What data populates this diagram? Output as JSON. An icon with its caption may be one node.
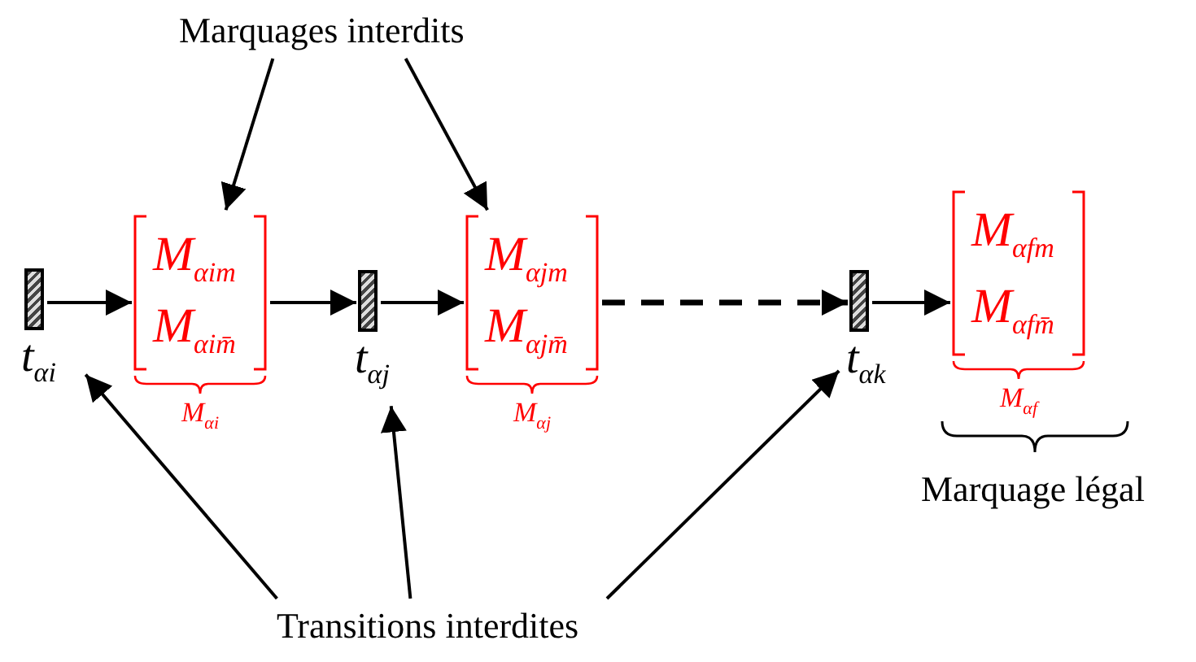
{
  "diagram": {
    "nodes": [
      {
        "text": [
          "Marquages interdits"
        ]
      },
      {
        "text": [
          "t$_{αi}$"
        ]
      },
      {
        "text": [
          "M$_{αim}$",
          "M$_{αim̄}$"
        ],
        "beside": [
          "M$_{αi}$"
        ]
      },
      {
        "text": [
          "t$_{αj}$"
        ]
      },
      {
        "text": [
          "M$_{αjm}$",
          "M$_{αjm̄}$"
        ],
        "beside": [
          "M$_{αj}$"
        ]
      },
      {
        "text": [
          "t$_{αk}$"
        ]
      },
      {
        "text": [
          "M$_{αfm}$",
          "M$_{αfm̄}$"
        ],
        "beside": [
          "M$_{αf}$"
        ]
      },
      {
        "text": [
          "Transitions interdites"
        ]
      }
    ],
    "edges": [
      {
        "from": 0,
        "to": 2,
        "arrow": "to"
      },
      {
        "from": 0,
        "to": 4,
        "arrow": "to"
      },
      {
        "from": 1,
        "to": 2,
        "arrow": "to"
      },
      {
        "from": 2,
        "to": 3,
        "arrow": "to"
      },
      {
        "from": 3,
        "to": 4,
        "arrow": "to"
      },
      {
        "from": 4,
        "to": 5,
        "arrow": "to",
        "style": "dashed"
      },
      {
        "from": 5,
        "to": 6,
        "arrow": "to"
      },
      {
        "from": 7,
        "to": 1,
        "arrow": "to"
      },
      {
        "from": 7,
        "to": 3,
        "arrow": "to"
      },
      {
        "from": 7,
        "to": 5,
        "arrow": "to"
      }
    ],
    "labels": [
      "Marquage légal"
    ]
  }
}
